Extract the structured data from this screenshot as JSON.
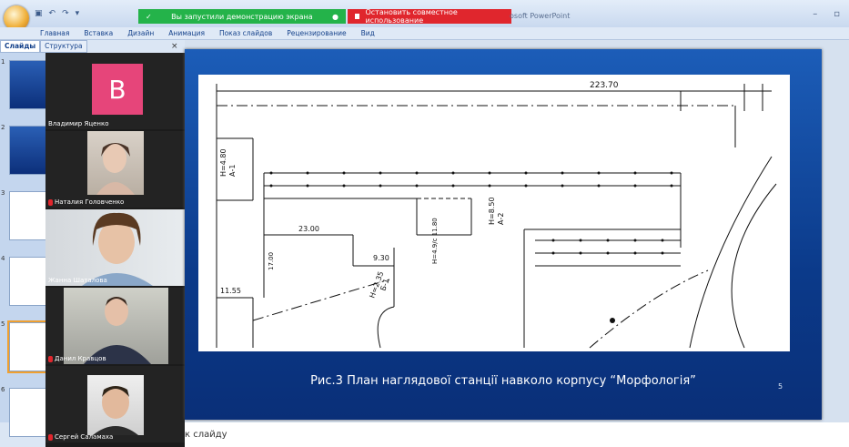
{
  "share_bar": {
    "status": "Вы запустили демонстрацию экрана",
    "stop": "Остановить совместное использование"
  },
  "app_title_fragment": "osoft PowerPoint",
  "ribbon": {
    "tabs": [
      "Главная",
      "Вставка",
      "Дизайн",
      "Анимация",
      "Показ слайдов",
      "Рецензирование",
      "Вид"
    ]
  },
  "left_panel": {
    "tabs": [
      "Слайды",
      "Структура"
    ],
    "close": "×",
    "slide_numbers": [
      "1",
      "2",
      "3",
      "4",
      "5",
      "6"
    ]
  },
  "participants": [
    {
      "name": "Владимир Яценко",
      "initial": "B",
      "mic_muted": false
    },
    {
      "name": "Наталия Головченко",
      "mic_muted": true
    },
    {
      "name": "Жанна Шаталова",
      "mic_muted": false
    },
    {
      "name": "Данил Кравцов",
      "mic_muted": true
    },
    {
      "name": "Сергей Саламаха",
      "mic_muted": true
    }
  ],
  "slide": {
    "caption": "Рис.3  План наглядової станції навколо корпусу “Морфологія”",
    "number": "5",
    "plan_labels": {
      "top_dim": "223.70",
      "a1": "А-1",
      "h480": "Н=4.80",
      "a2": "А-2",
      "h850": "Н=8.50",
      "d2300": "23.00",
      "d930": "9.30",
      "d1155": "11.55",
      "b1": "Б-1",
      "h235": "Н=2.35",
      "d1700": "17.00",
      "h4": "Н=4.9/с 11.80"
    }
  },
  "notes": {
    "text": "к слайду"
  }
}
